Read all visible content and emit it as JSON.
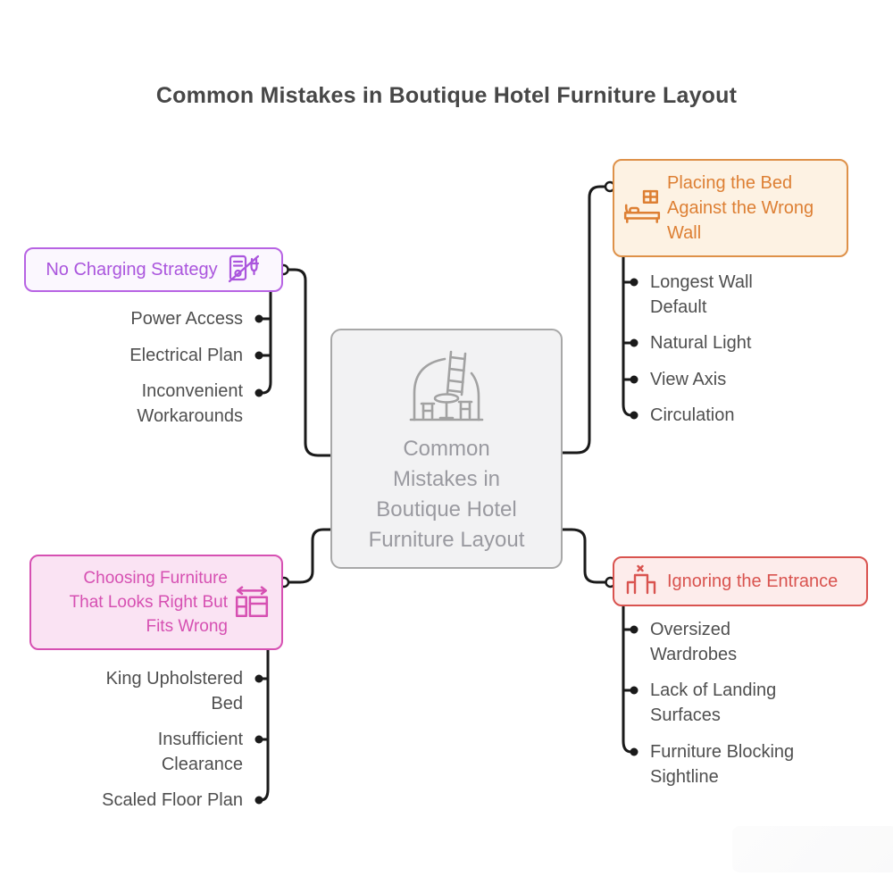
{
  "title": "Common Mistakes in Boutique Hotel Furniture Layout",
  "center": {
    "label": "Common Mistakes in Boutique Hotel Furniture Layout",
    "label_lines": [
      "Common",
      "Mistakes in",
      "Boutique Hotel",
      "Furniture Layout"
    ],
    "icon": "attic-furniture-icon"
  },
  "branches": [
    {
      "label": "No Charging Strategy",
      "icon": "no-charging-icon",
      "color": "#aa55dd",
      "position": "top-left",
      "children": [
        "Power Access",
        "Electrical Plan",
        "Inconvenient Workarounds"
      ]
    },
    {
      "label": "Placing the Bed Against the Wrong Wall",
      "icon": "bed-window-icon",
      "color": "#dd7f33",
      "position": "top-right",
      "children": [
        "Longest Wall Default",
        "Natural Light",
        "View Axis",
        "Circulation"
      ]
    },
    {
      "label": "Choosing Furniture That Looks Right But Fits Wrong",
      "icon": "furniture-scale-icon",
      "color": "#d650b2",
      "position": "bottom-left",
      "children": [
        "King Upholstered Bed",
        "Insufficient Clearance",
        "Scaled Floor Plan"
      ]
    },
    {
      "label": "Ignoring the Entrance",
      "icon": "entrance-door-icon",
      "color": "#d9534f",
      "position": "bottom-right",
      "children": [
        "Oversized Wardrobes",
        "Lack of Landing Surfaces",
        "Furniture Blocking Sightline"
      ]
    }
  ],
  "colors": {
    "connector": "#1a1a1a",
    "purple_border": "#b763e3",
    "purple_bg": "#fbf7fe",
    "purple_text": "#aa55dd",
    "orange_border": "#de9149",
    "orange_bg": "#fdf2e3",
    "orange_text": "#dd7f33",
    "pink_border": "#d650b2",
    "pink_bg": "#fae3f3",
    "pink_text": "#d650b2",
    "red_border": "#d9534f",
    "red_bg": "#fdeceb",
    "red_text": "#d9534f",
    "center_bg": "#f2f2f3",
    "center_border": "#a8a8a8",
    "center_text": "#9a9aa0",
    "sub_text": "#4f4f4f",
    "title_text": "#474747"
  }
}
